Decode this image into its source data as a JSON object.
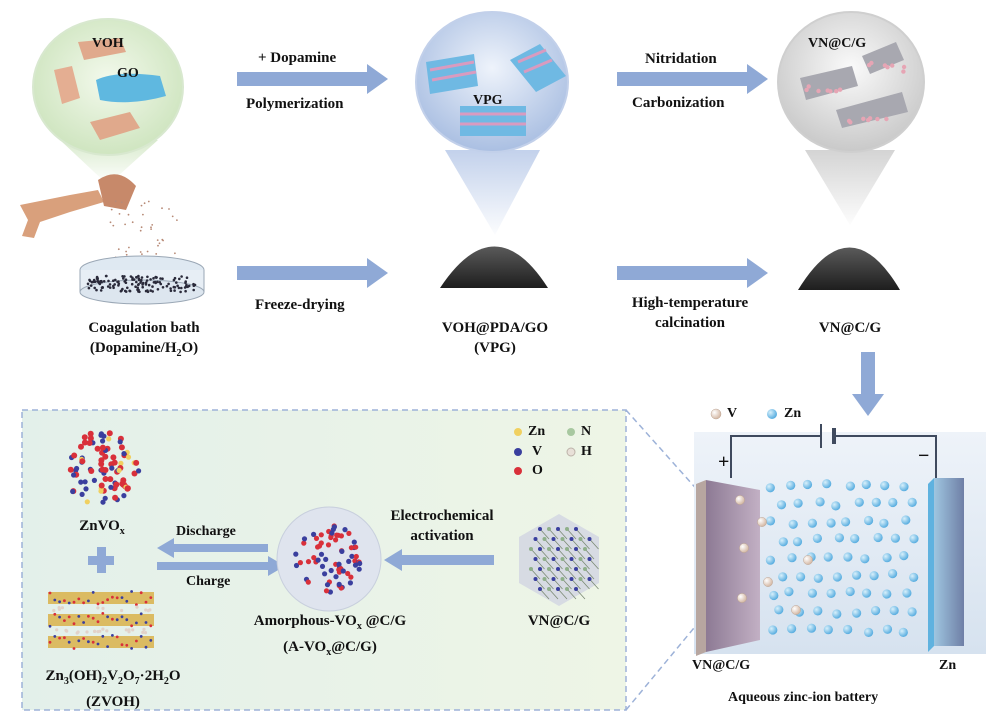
{
  "top_row": {
    "precursor": {
      "voh": "VOH",
      "go": "GO"
    },
    "step1": {
      "above": "+ Dopamine",
      "below": "Polymerization"
    },
    "vpg_inset": "VPG",
    "step2": {
      "above": "Nitridation",
      "below": "Carbonization"
    },
    "vn_inset": "VN@C/G"
  },
  "middle_row": {
    "bath": {
      "line1": "Coagulation bath",
      "line2_pre": "(Dopamine/H",
      "line2_sub": "2",
      "line2_post": "O)"
    },
    "freeze": "Freeze-drying",
    "vpg": {
      "line1": "VOH@PDA/GO",
      "line2": "(VPG)"
    },
    "calcination": {
      "line1": "High-temperature",
      "line2": "calcination"
    },
    "vncg": "VN@C/G"
  },
  "battery": {
    "legend_v": "V",
    "legend_zn": "Zn",
    "plus": "+",
    "minus": "−",
    "cathode": "VN@C/G",
    "anode": "Zn",
    "caption": "Aqueous zinc-ion battery"
  },
  "mechanism": {
    "legend": {
      "zn": "Zn",
      "n": "N",
      "v": "V",
      "h": "H",
      "o": "O"
    },
    "znvox": {
      "base": "ZnVO",
      "sub": "x"
    },
    "plus": "+",
    "discharge": "Discharge",
    "charge": "Charge",
    "activation": {
      "line1": "Electrochemical",
      "line2": "activation"
    },
    "avox": {
      "l1a": "Amorphous-VO",
      "l1sub": "x",
      "l1b": " @C/G",
      "l2a": "(A-VO",
      "l2sub": "x",
      "l2b": "@C/G)"
    },
    "vncg": "VN@C/G",
    "zvoh": {
      "formula": "Zn3(OH)2V2O7·2H2O",
      "abbr": "(ZVOH)"
    }
  },
  "colors": {
    "arrow": "#8fa9d6",
    "zn_atom": "#f0d060",
    "v_atom": "#3a3f9e",
    "o_atom": "#d9303a",
    "n_atom": "#a8c8a0",
    "h_atom": "#e8e0d8",
    "zn_ion": "#7fc3e8",
    "v_ion": "#e8d6c8",
    "panel_bg": "#e6f1e6",
    "cell_bg": "#dde7f2"
  }
}
